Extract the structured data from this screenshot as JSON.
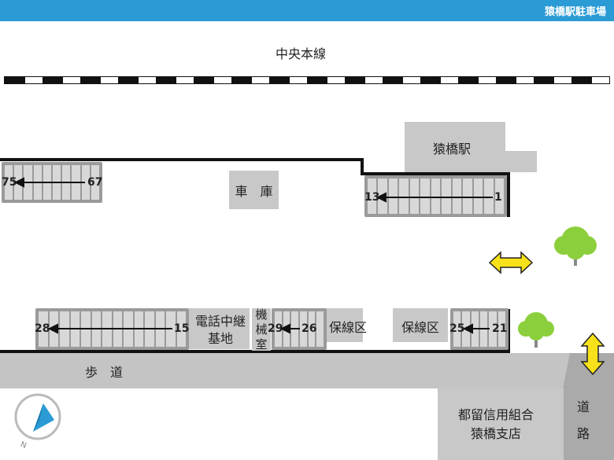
{
  "header": {
    "title": "猿橋駅駐車場"
  },
  "railway": {
    "label": "中央本線"
  },
  "station": {
    "label": "猿橋駅"
  },
  "garage": {
    "label": "車　庫"
  },
  "telecom": {
    "label_line1": "電話中継",
    "label_line2": "基地"
  },
  "machine_room": {
    "label_line1": "機",
    "label_line2": "械",
    "label_line3": "室"
  },
  "maintenance_1": {
    "label": "保線区"
  },
  "maintenance_2": {
    "label": "保線区"
  },
  "sidewalk": {
    "label": "歩　道"
  },
  "road": {
    "label_line1": "道",
    "label_line2": "路"
  },
  "bank": {
    "label_line1": "都留信用組合",
    "label_line2": "猿橋支店"
  },
  "parking_rows": [
    {
      "from": "75",
      "to": "67"
    },
    {
      "from": "13",
      "to": "1"
    },
    {
      "from": "28",
      "to": "15"
    },
    {
      "from": "29",
      "to": "26"
    },
    {
      "from": "25",
      "to": "21"
    }
  ],
  "icons": [
    "compass-icon",
    "tree-icon",
    "double-arrow-icon"
  ],
  "colors": {
    "header": "#2a9bd4",
    "arrow_fill": "#f7e11a",
    "tree": "#8ccf3c"
  }
}
